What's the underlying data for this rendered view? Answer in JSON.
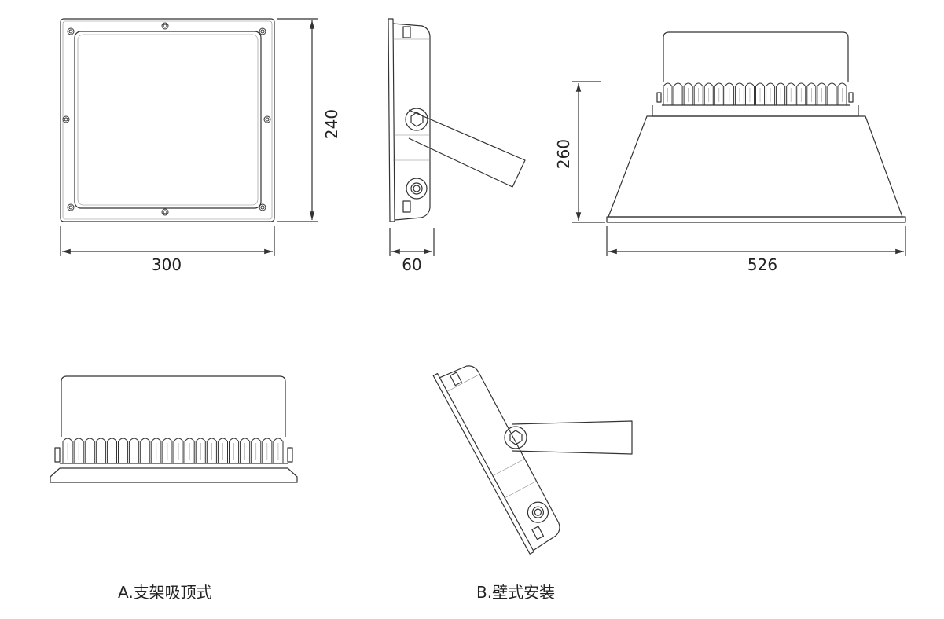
{
  "dimensions": {
    "front_height": "240",
    "front_width": "300",
    "side_depth": "60",
    "top_height": "260",
    "top_width": "526"
  },
  "captions": {
    "mount_a": "A.支架吸顶式",
    "mount_b": "B.壁式安装"
  },
  "colors": {
    "line": "#333333",
    "light": "#777777"
  }
}
